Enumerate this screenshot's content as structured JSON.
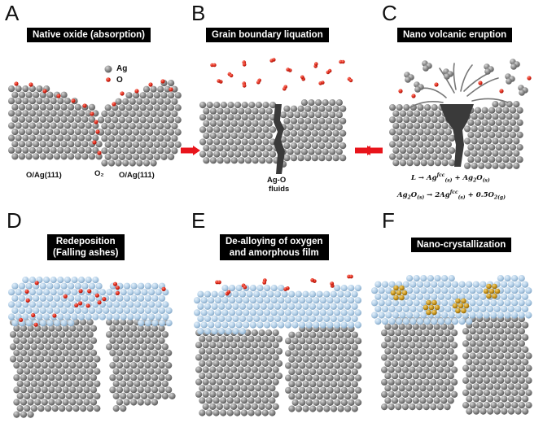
{
  "panels": [
    {
      "letter": "A",
      "title": "Native oxide (absorption)"
    },
    {
      "letter": "B",
      "title": "Grain boundary liquation"
    },
    {
      "letter": "C",
      "title": "Nano volcanic eruption"
    },
    {
      "letter": "D",
      "title": "Redeposition\n(Falling ashes)"
    },
    {
      "letter": "E",
      "title": "De-alloying of oxygen\nand amorphous film"
    },
    {
      "letter": "F",
      "title": "Nano-crystallization"
    }
  ],
  "legend": {
    "ag": "Ag",
    "o": "O"
  },
  "annotations": {
    "left_facet": "O/Ag(111)",
    "right_facet": "O/Ag(111)",
    "o2": "O₂",
    "fluid_line1": "Ag-O",
    "fluid_line2": "fluids"
  },
  "equations": {
    "eq1_html": "L → Ag<sup>fcc</sup><sub>(s)</sub> + Ag<sub>2</sub>O<sub>(s)</sub>",
    "eq2_html": "Ag<sub>2</sub>O<sub>(s)</sub> → 2Ag<sup>fcc</sup><sub>(s)</sub> + 0.5O<sub>2(g)</sub>"
  },
  "colors": {
    "ag_atom": "#8f8f8f",
    "amorphous_atom": "#b9d3ea",
    "oxygen_atom": "#e02a1a",
    "crystal_atom": "#c9961c",
    "fluid": "#3a3a3a",
    "arrow": "#e8141b",
    "title_bg": "#000000",
    "title_text": "#ffffff"
  }
}
